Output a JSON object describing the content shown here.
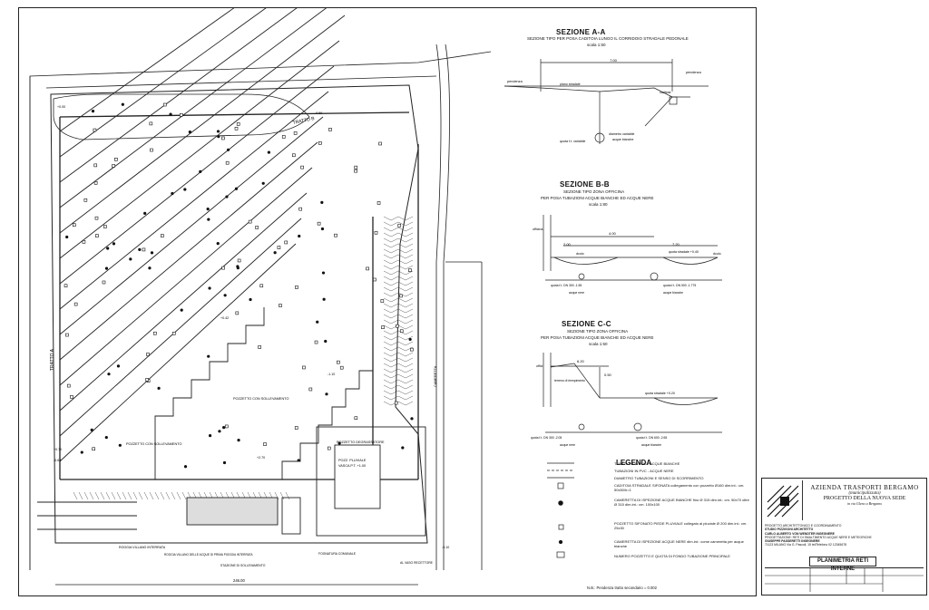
{
  "plan": {
    "labels": {
      "tratto_a": "TRATTO A",
      "tratto_b": "TRATTO B",
      "pozzetto_sollevamento_1": "POZZETTO CON SOLLEVAMENTO",
      "pozzetto_sollevamento_2": "POZZETTO CON SOLLEVAMENTO",
      "pozzetto_degrassatore": "POZZETTO DEGRASSATORE",
      "vasca_pluviale": "POZZ. PLUVIALE",
      "vasca_pluviale_2": "VASCA P.T. +1.00",
      "cameretta": "CAMERETTA",
      "linea_acque_piovane": "ROGGIA VILLANO INTERRATA",
      "scarico_prima_pioggia": "ROGGIA VILLANO DELLE ACQUE DI PRIMA PIOGGIA INTERRATA",
      "stazione_sollevamento": "STAZIONE DI SOLLEVAMENTO",
      "fognatura": "FOGNATURA COMUNALE",
      "al_vaso": "AL VASO RECETTORE",
      "dimension": "246.00",
      "elev_1": "+0.00",
      "elev_2": "-0.50",
      "elev_3": "+0.42",
      "elev_4": "-1.10",
      "elev_5": "+0.70",
      "elev_6": "-0.65",
      "elev_7": "+2.70",
      "elev_8": "-0.10"
    }
  },
  "sections": {
    "aa": {
      "title": "SEZIONE A-A",
      "subtitle": "SEZIONE TIPO PER POSA CADITOIA LUNGO IL CORRIDOIO STRADALE PEDONALE",
      "scale": "scala 1:50",
      "dim_total": "7.00",
      "label_left": "pendenza",
      "label_right": "pendenza",
      "label_mid": "piano stradale",
      "label_cad": "caditoia",
      "label_tube": "diametro variabile",
      "label_tube2": "acque bianche",
      "label_quota": "quota f.t. variabile"
    },
    "bb": {
      "title": "SEZIONE B-B",
      "subtitle": "SEZIONE TIPO ZONA OFFICINA",
      "subtitle2": "PER POSA TUBAZIONI ACQUE BIANCHE ED ACQUE NERE",
      "scale": "scala 1:80",
      "label_officina": "officina",
      "dim1": "4.00",
      "dim2": "7.20",
      "dim3": "2.00",
      "label_quota_strad": "quota stradale +0.40",
      "label_dolo": "dcolo",
      "label_quota_l": "quota f.t. DN 300",
      "label_quota_l_val": "-1.55",
      "label_quota_r": "quota f.t. DN 500",
      "label_quota_r_val": "-1.775",
      "label_acque_nere": "acque nere",
      "label_acque_bianche": "acque bianche"
    },
    "cc": {
      "title": "SEZIONE C-C",
      "subtitle": "SEZIONE TIPO ZONA OFFICINA",
      "subtitle2": "PER POSA TUBAZIONI ACQUE BIANCHE ED ACQUE NERE",
      "scale": "scala 1:50",
      "label_uffici": "uffici",
      "label_terreno": "terreno di riempimento",
      "dim1": "6.20",
      "dim2": "0.50",
      "label_quota_strad": "quota stradale +0.20",
      "label_quota_l": "quota f.t. DN 300",
      "label_quota_l_val": "-2.05",
      "label_quota_r": "quota f.t. DN 600",
      "label_quota_r_val": "-2.65",
      "label_acque_nere": "acque nere",
      "label_acque_bianche": "acque bianche"
    }
  },
  "legend": {
    "title": "LEGENDA",
    "items": [
      "TUBAZIONI IN PVC - ACQUE BIANCHE",
      "TUBAZIONI IN PVC - ACQUE NERE",
      "DIAMETRO TUBAZIONI E SENSO DI SCORRIMENTO",
      "CADITOIA STRADALE SIFONATA collegamento con pozzetto Ø160 dim.int.: cm. 50x50/h=1",
      "CAMERETTA DI ISPEZIONE ACQUE BIANCHE fino Ø 315 dim.int.: cm. 50x70 oltre Ø 315 dim.int.: cm. 100x100",
      "POZZETTO SIFONATO PIEDE PLUVIALE collegato al pluviale Ø 200 dim.int.: cm. 25x30",
      "CAMERETTA DI ISPEZIONE ACQUE NERE dim.int.: come cameretta per acque bianche",
      "NUMERO POZZETTO E QUOTA DI FONDO TUBAZIONE PRINCIPALE"
    ],
    "note": "N.B.: Pendenza tratto secondario = 0.002"
  },
  "titleblock": {
    "company_1": "AZIENDA TRASPORTI BERGAMO",
    "company_2": "(municipalizzata)",
    "company_3": "PROGETTO DELLA NUOVA SEDE",
    "company_4": "in via Gleno a Bergamo",
    "line1": "PROGETTO ARCHITETTONICO E COORDINAMENTO",
    "line2": "STUDIO PIZZIGONI ARCHITETTO",
    "line3": "CARLO ALBERTO VON WENDTER INGEGNERE",
    "line4": "PROGETTAZIONE: RETI DI SMALTIMENTO ACQUE NERE E METEORICHE",
    "line5": "GIUSEPPE PASSERETTI INGEGNERE",
    "line6": "71123 MILANO Via G. Pascoli, 15 tel/Telefono 02 12345678",
    "drawing_name": "PLANIMETRIA RETI INTERNE"
  },
  "colors": {
    "ink": "#1a1a1a",
    "paper": "#ffffff",
    "hatch": "#555555"
  }
}
